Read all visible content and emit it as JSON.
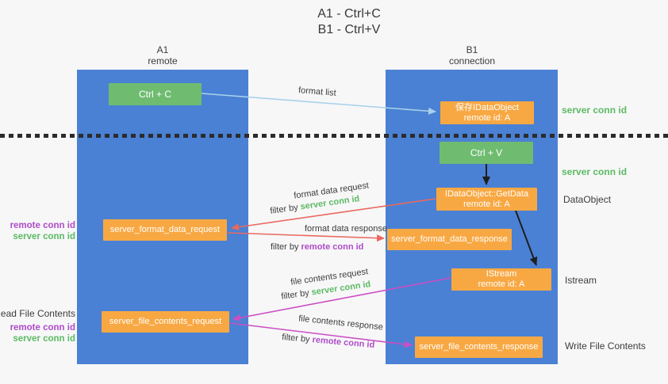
{
  "title": {
    "line1": "A1 - Ctrl+C",
    "line2": "B1 - Ctrl+V"
  },
  "lanes": {
    "left": {
      "name": "A1",
      "role": "remote"
    },
    "right": {
      "name": "B1",
      "role": "connection"
    }
  },
  "nodes": {
    "ctrl_c": "Ctrl + C",
    "ctrl_v": "Ctrl + V",
    "save_dataobject_line1": "保存IDataObject",
    "save_dataobject_line2": "remote id: A",
    "getdata_line1": "IDataObject::GetData",
    "getdata_line2": "remote id: A",
    "istream_line1": "IStream",
    "istream_line2": "remote id: A",
    "format_request": "server_format_data_request",
    "format_response": "server_format_data_response",
    "file_request": "server_file_contents_request",
    "file_response": "server_file_contents_response"
  },
  "side_labels": {
    "server_conn_id_top": "server conn id",
    "server_conn_id_mid": "server conn id",
    "dataobject": "DataObject",
    "istream": "Istream",
    "write_file_contents": "Write File Contents",
    "read_file_contents": "Read File Contents",
    "pair1_remote": "remote conn id",
    "pair1_server": "server conn id",
    "pair2_remote": "remote conn id",
    "pair2_server": "server conn id"
  },
  "arrow_labels": {
    "format_list": "format list",
    "format_data_request": "format data request",
    "format_data_response": "format data response",
    "file_contents_request": "file contents request",
    "file_contents_response": "file contents response",
    "filter_by": "filter by",
    "server_conn_id": "server conn id",
    "remote_conn_id": "remote conn id"
  },
  "colors": {
    "lane_blue": "#4a81d4",
    "box_green": "#6fbc71",
    "box_orange": "#f8a843",
    "text_green": "#5cba63",
    "text_purple": "#ae4bc8",
    "arrow_red": "#e9695f",
    "arrow_magenta": "#cc4ec4",
    "arrow_light_blue": "#a8d2ea",
    "arrow_black": "#1f1f1f"
  }
}
